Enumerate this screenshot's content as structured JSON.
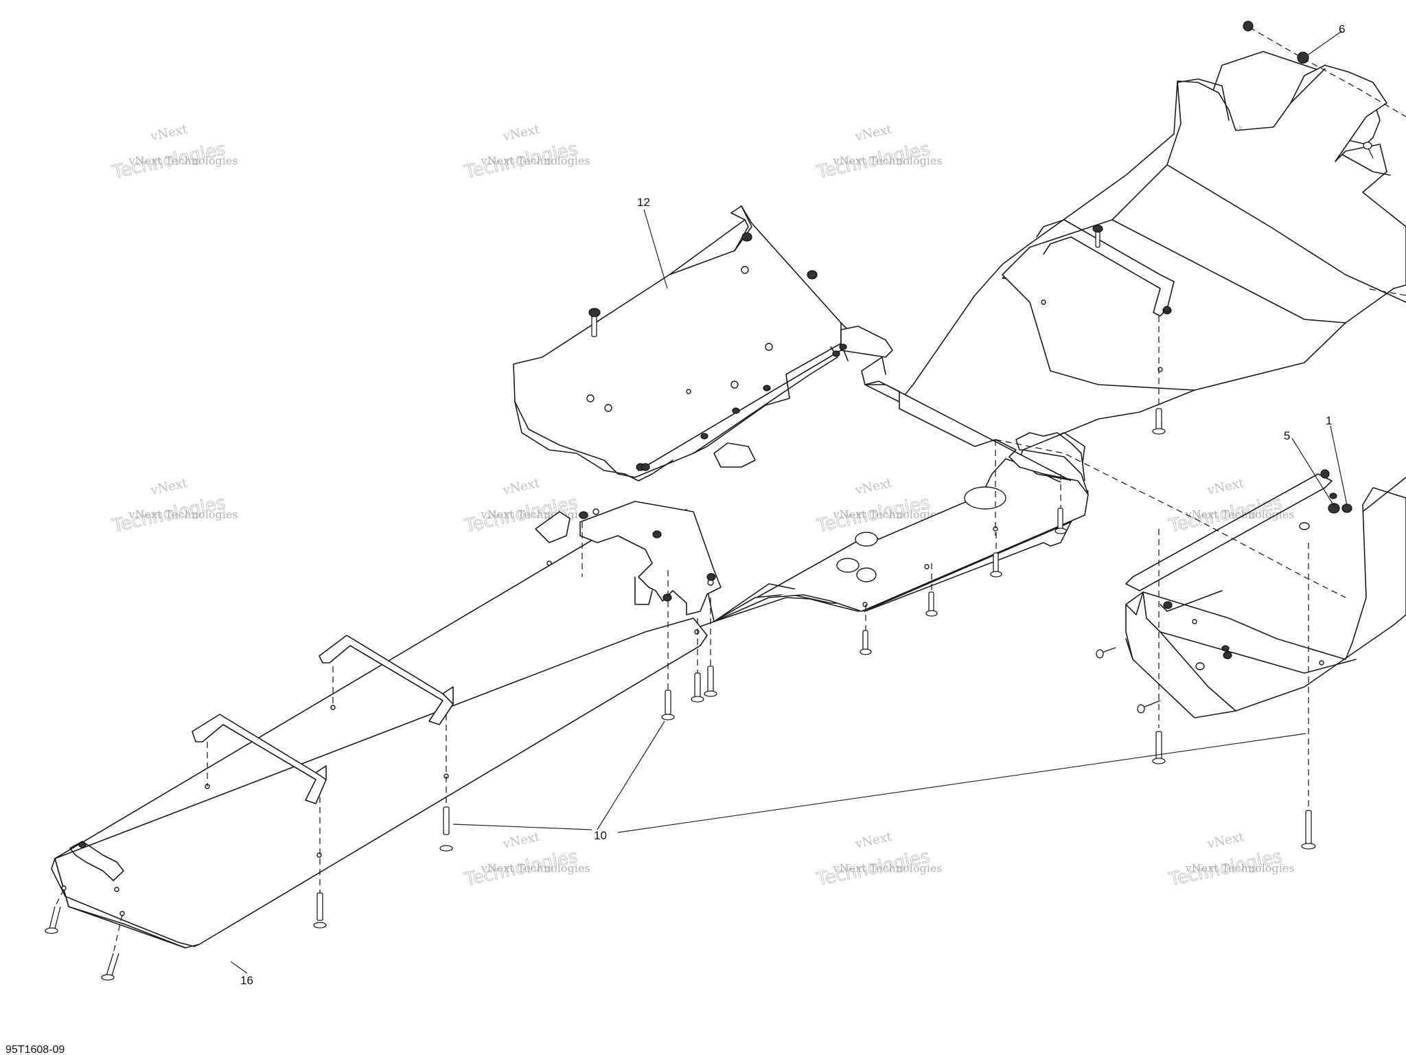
{
  "diagram": {
    "callouts": [
      "1",
      "5",
      "6",
      "10",
      "12",
      "16"
    ],
    "code": "95T1608-09"
  },
  "watermark": {
    "text_small": "vNext Technologies",
    "text_large": "Technologies",
    "text_top": "vNext"
  }
}
